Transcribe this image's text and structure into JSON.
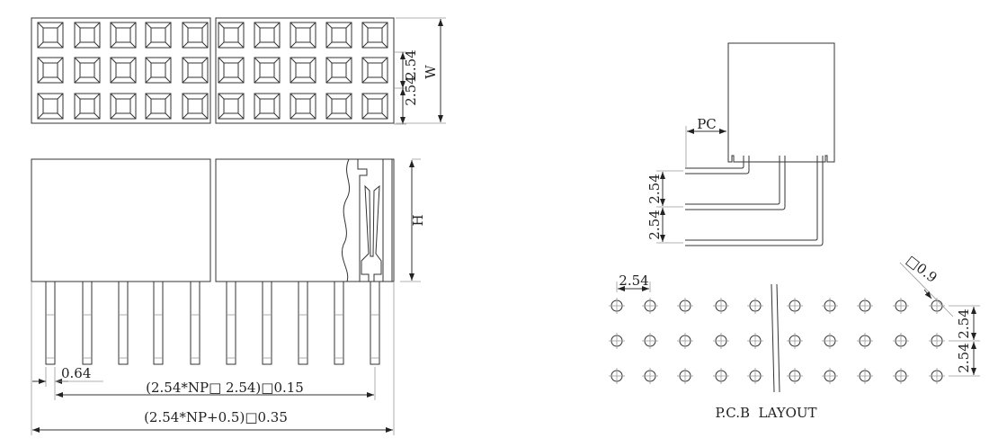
{
  "top_view": {
    "columns": 10,
    "rows": 3,
    "dim_pitch_1": "2.54",
    "dim_pitch_2": "2.54",
    "dim_width": "W"
  },
  "front_view": {
    "dim_height": "H",
    "dim_pin_width": "0.64",
    "dim_pitch_length": "(2.54*NP□ 2.54)□0.15",
    "dim_total_length": "(2.54*NP+0.5)□0.35"
  },
  "side_view": {
    "dim_pc": "PC",
    "dim_pitch_1": "2.54",
    "dim_pitch_2": "2.54"
  },
  "pcb_layout": {
    "title": "P.C.B  LAYOUT",
    "dim_pitch_x": "2.54",
    "dim_hole": "□0.9",
    "dim_pitch_y1": "2.54",
    "dim_pitch_y2": "2.54",
    "columns": 10,
    "rows": 3
  },
  "colors": {
    "line": "#333333",
    "hatch_fill": "#d8d8d8"
  }
}
